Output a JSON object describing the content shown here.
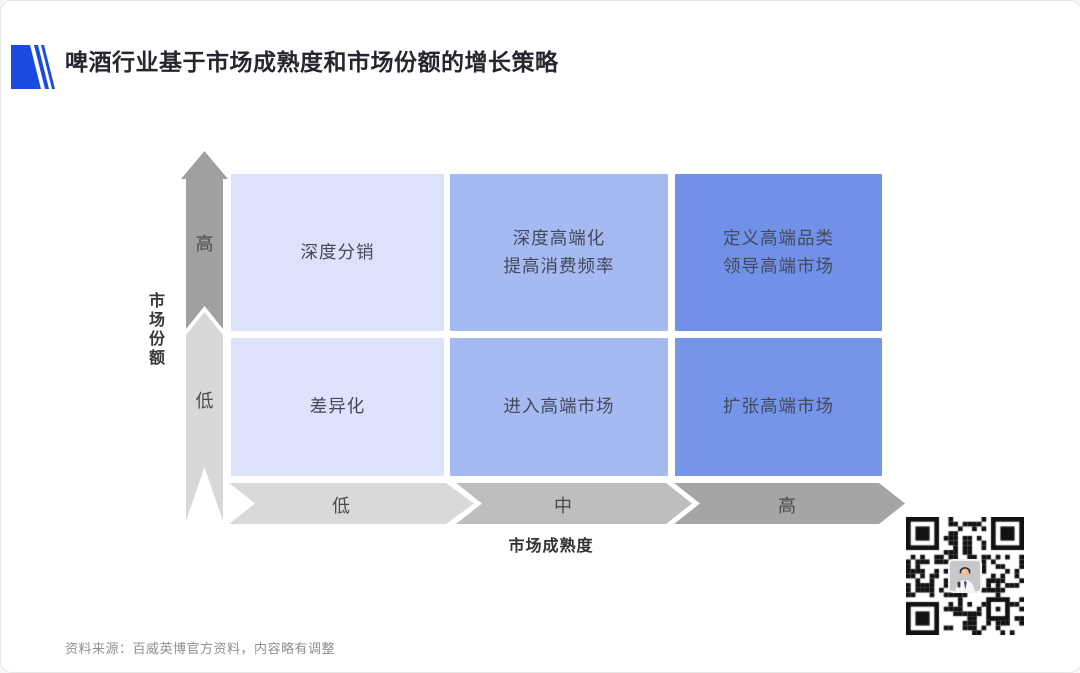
{
  "header": {
    "title": "啤酒行业基于市场成熟度和市场份额的增长策略"
  },
  "brand": {
    "logo_icon": "blue-slash-logo",
    "logo_color": "#1b4be0"
  },
  "matrix": {
    "y_axis": {
      "label": "市场份额",
      "ticks": [
        "高",
        "低"
      ],
      "segment_colors": [
        "#a0a0a0",
        "#d8d8d8"
      ]
    },
    "x_axis": {
      "label": "市场成熟度",
      "ticks": [
        "低",
        "中",
        "高"
      ],
      "segment_colors": [
        "#d9d9d9",
        "#bebebe",
        "#a5a5a5"
      ]
    },
    "cells": [
      {
        "market_share": "高",
        "maturity": "低",
        "text": "深度分销",
        "color": "#dbe2f9"
      },
      {
        "market_share": "高",
        "maturity": "中",
        "text": "深度高端化\n提高消费频率",
        "color": "#a6baf2"
      },
      {
        "market_share": "高",
        "maturity": "高",
        "text": "定义高端品类\n领导高端市场",
        "color": "#7191e9"
      },
      {
        "market_share": "低",
        "maturity": "低",
        "text": "差异化",
        "color": "#dce3fa"
      },
      {
        "market_share": "低",
        "maturity": "中",
        "text": "进入高端市场",
        "color": "#a6baf2"
      },
      {
        "market_share": "低",
        "maturity": "高",
        "text": "扩张高端市场",
        "color": "#7495ea"
      }
    ]
  },
  "footer": {
    "source": "资料来源：百威英博官方资料，内容略有调整"
  },
  "icons": {
    "qr": "qr-code",
    "avatar": "person-avatar"
  }
}
